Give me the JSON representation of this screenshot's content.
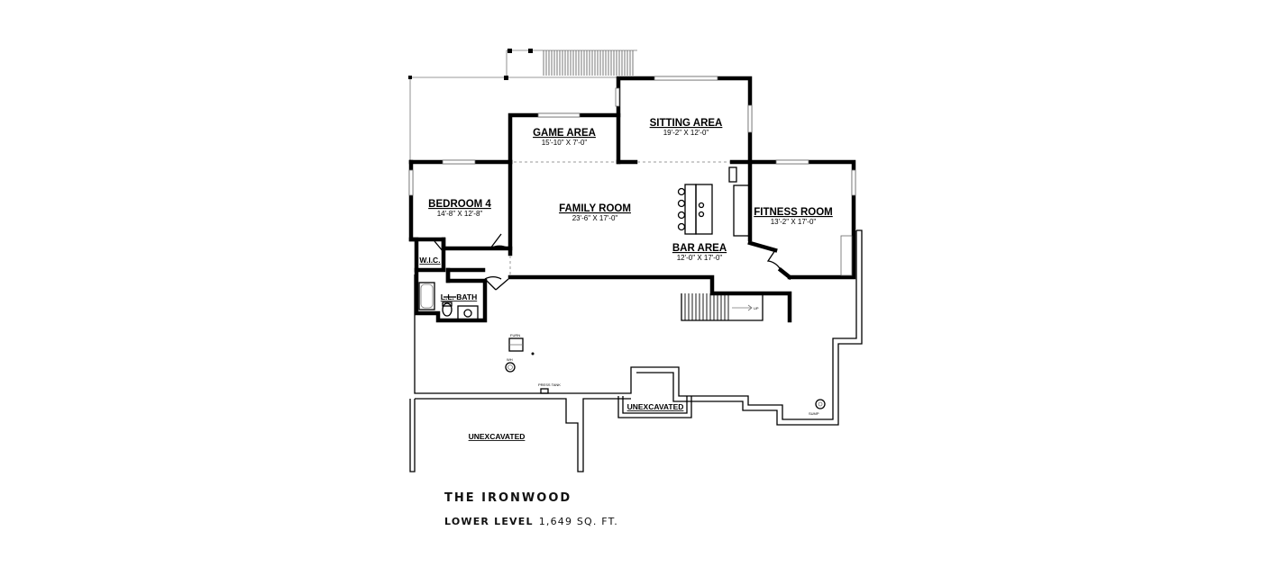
{
  "plan": {
    "title": "THE IRONWOOD",
    "level_name": "LOWER LEVEL",
    "level_area": "1,649 SQ. FT."
  },
  "rooms": {
    "game_area": {
      "name": "GAME AREA",
      "dims": "15'-10\" X 7'-0\""
    },
    "sitting_area": {
      "name": "SITTING AREA",
      "dims": "19'-2\" X 12'-0\""
    },
    "bedroom_4": {
      "name": "BEDROOM 4",
      "dims": "14'-8\" X 12'-8\""
    },
    "family_room": {
      "name": "FAMILY ROOM",
      "dims": "23'-6\" X 17'-0\""
    },
    "fitness_room": {
      "name": "FITNESS ROOM",
      "dims": "13'-2\" X 17'-0\""
    },
    "bar_area": {
      "name": "BAR AREA",
      "dims": "12'-0\" X 17'-0\""
    },
    "wic": {
      "name": "W.I.C."
    },
    "ll_bath": {
      "name": "L.L. BATH"
    },
    "unexcavated_1": {
      "name": "UNEXCAVATED"
    },
    "unexcavated_2": {
      "name": "UNEXCAVATED"
    }
  },
  "annotations": {
    "stairs_up": "UP",
    "water_heater": "WH",
    "furnace": "FURN",
    "sump": "SUMP",
    "pressure_tank": "PRESS TANK"
  }
}
